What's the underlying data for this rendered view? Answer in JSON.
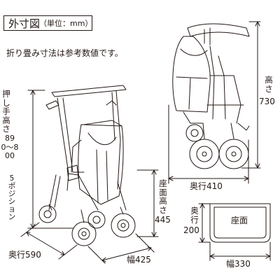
{
  "title": {
    "main": "外寸図",
    "unit": "（単位：mm）"
  },
  "note": "折り畳み寸法は参考数値です。",
  "folded": {
    "height_label": "高さ",
    "height_value": "730",
    "depth_label": "奥行410"
  },
  "open": {
    "handle_height_label": "押し手高さ",
    "handle_height_range": "890〜800",
    "positions": "5ポジション",
    "depth_label": "奥行590",
    "width_label": "幅425",
    "seat_height_label": "座面高さ",
    "seat_height_value": "445"
  },
  "seat": {
    "depth_label": "奥行",
    "depth_value": "200",
    "width_label": "幅330",
    "name": "座面"
  },
  "colors": {
    "line": "#231815",
    "fill": "#ffffff"
  }
}
